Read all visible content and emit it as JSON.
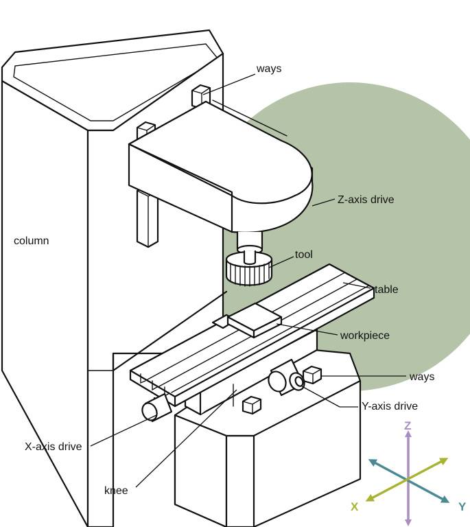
{
  "diagram": {
    "colors": {
      "background_disc": "#b5c3a9",
      "line": "#111111",
      "axis_z": "#a98ec4",
      "axis_y": "#4a8a93",
      "axis_x": "#a8b431"
    },
    "labels": {
      "ways_top": "ways",
      "z_axis_drive": "Z-axis drive",
      "column": "column",
      "tool": "tool",
      "table": "table",
      "workpiece": "workpiece",
      "ways_right": "ways",
      "y_axis_drive": "Y-axis drive",
      "x_axis_drive": "X-axis drive",
      "knee": "knee"
    },
    "axes": {
      "z": "Z",
      "x": "X",
      "y": "Y"
    }
  }
}
